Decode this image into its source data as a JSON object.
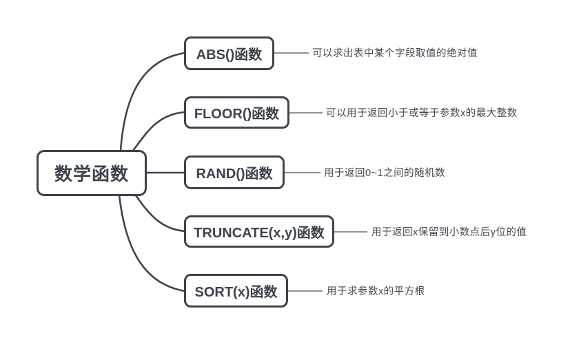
{
  "diagram": {
    "type": "mindmap",
    "root": {
      "label": "数学函数"
    },
    "branches": [
      {
        "label": "ABS()函数",
        "desc": "可以求出表中某个字段取值的绝对值"
      },
      {
        "label": "FLOOR()函数",
        "desc": "可以用于返回小于或等于参数x的最大整数"
      },
      {
        "label": "RAND()函数",
        "desc": "用于返回0~1之间的随机数"
      },
      {
        "label": "TRUNCATE(x,y)函数",
        "desc": "用于返回x保留到小数点后y位的值"
      },
      {
        "label": "SORT(x)函数",
        "desc": "用于求参数x的平方根"
      }
    ],
    "colors": {
      "node_border": "#3d434c",
      "node_text": "#3d434c",
      "branch_connector": "#3d434c",
      "desc_line": "#6e6e6e",
      "desc_text": "#434a52",
      "background": "#ffffff"
    }
  }
}
